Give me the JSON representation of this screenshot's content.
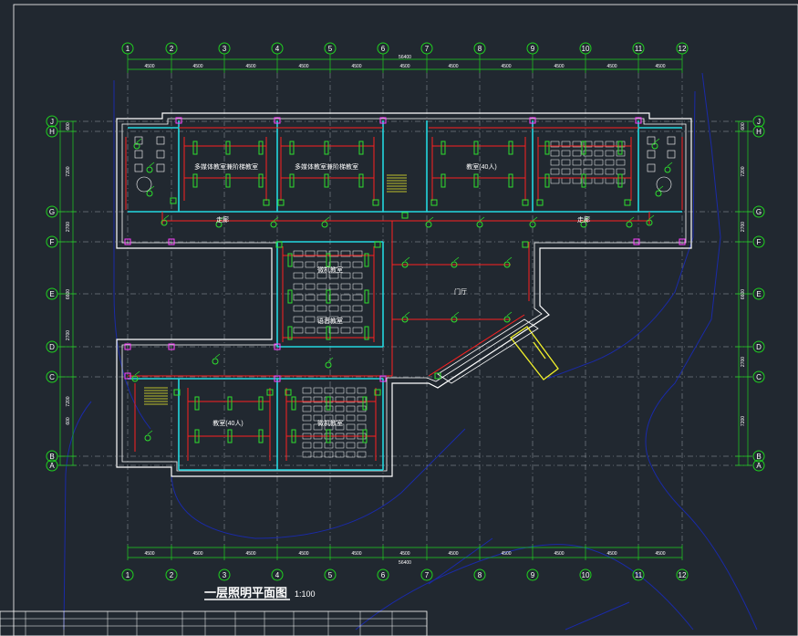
{
  "drawing": {
    "title": "一层照明平面图",
    "scale": "1:100"
  },
  "axes": {
    "columns": [
      "1",
      "2",
      "3",
      "4",
      "5",
      "6",
      "7",
      "8",
      "9",
      "10",
      "11",
      "12"
    ],
    "rows": [
      "J",
      "H",
      "G",
      "F",
      "E",
      "D",
      "C",
      "B",
      "A"
    ]
  },
  "dimensions": {
    "top_spans": [
      "4500",
      "4500",
      "4500",
      "4500",
      "4500",
      "4500",
      "4500",
      "4500",
      "4500",
      "4500",
      "4500"
    ],
    "top_total": "56400",
    "bottom_spans": [
      "4500",
      "4500",
      "4500",
      "4500",
      "4500",
      "4500",
      "4500",
      "4500",
      "4500",
      "4500",
      "4500"
    ],
    "bottom_total": "56400",
    "left_spans": [
      "600",
      "7200",
      "2700",
      "6600",
      "2700",
      "7200",
      "600"
    ],
    "right_spans": [
      "600",
      "7200",
      "2700",
      "6600",
      "2700",
      "7200"
    ]
  },
  "rooms": [
    {
      "id": "r1",
      "label": "多媒体教室兼阶梯教室"
    },
    {
      "id": "r2",
      "label": "多媒体教室兼阶梯教室"
    },
    {
      "id": "r3",
      "label": "教室(40人)"
    },
    {
      "id": "r4",
      "label": "微机教室"
    },
    {
      "id": "r5",
      "label": "语音教室"
    },
    {
      "id": "r6",
      "label": "教室(40人)"
    },
    {
      "id": "r7",
      "label": "微机教室"
    },
    {
      "id": "r8",
      "label": "门厅"
    },
    {
      "id": "r9",
      "label": "走廊"
    },
    {
      "id": "r10",
      "label": "走廊"
    }
  ],
  "colors": {
    "background": "#212830",
    "grid": "#9aa0a8",
    "axis_line": "#1fd11f",
    "wall": "#ffffff",
    "circuit": "#ff2020",
    "fixture": "#2ee02e",
    "cyan": "#22d7e0",
    "blue": "#1a2aa8",
    "magenta": "#ff40ff",
    "yellow": "#f2f22a"
  }
}
